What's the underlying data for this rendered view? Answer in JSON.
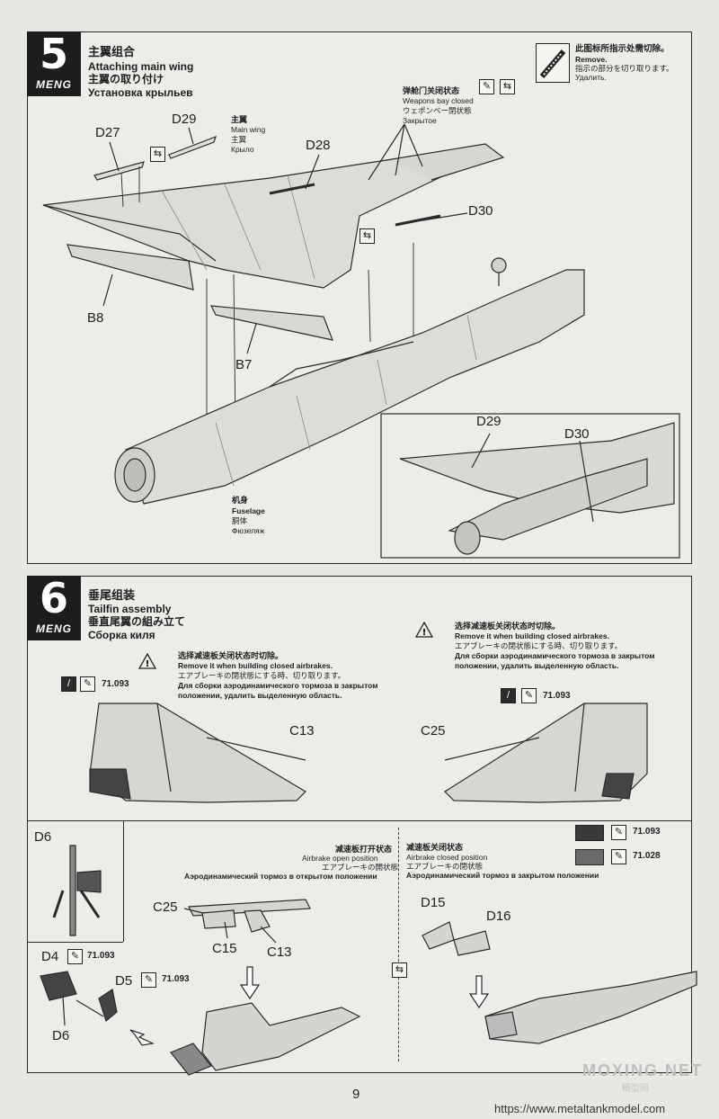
{
  "step5": {
    "number": "5",
    "brand": "MENG",
    "title_zh": "主翼组合",
    "title_en": "Attaching main wing",
    "title_ja": "主翼の取り付け",
    "title_ru": "Установка крыльев",
    "remove_note": {
      "zh": "此图标所指示处需切除。",
      "en": "Remove.",
      "ja": "指示の部分を切り取ります。",
      "ru": "Удалить."
    },
    "weapons_bay": {
      "zh": "弹舱门关闭状态",
      "en": "Weapons bay closed",
      "ja": "ウェポンベー閉状態",
      "ru": "Закрытое"
    },
    "main_wing": {
      "zh": "主翼",
      "en": "Main wing",
      "ja": "主翼",
      "ru": "Крыло"
    },
    "fuselage": {
      "zh": "机身",
      "en": "Fuselage",
      "ja": "胴体",
      "ru": "Фюзеляж"
    },
    "parts": {
      "d27": "D27",
      "d29": "D29",
      "d28": "D28",
      "d30": "D30",
      "b8": "B8",
      "b7": "B7",
      "inset_d29": "D29",
      "inset_d30": "D30"
    }
  },
  "step6": {
    "number": "6",
    "brand": "MENG",
    "title_zh": "垂尾组装",
    "title_en": "Tailfin assembly",
    "title_ja": "垂直尾翼の組み立て",
    "title_ru": "Сборка киля",
    "warn_left": {
      "zh": "选择减速板关闭状态时切除。",
      "en": "Remove it when building closed airbrakes.",
      "ja": "エアブレーキの閉状態にする時、切り取ります。",
      "ru1": "Для сборки аэродинамического тормоза в закрытом",
      "ru2": "положении, удалить выделенную область."
    },
    "warn_right": {
      "zh": "选择减速板关闭状态时切除。",
      "en": "Remove it when building closed airbrakes.",
      "ja": "エアブレーキの閉状態にする時、切り取ります。",
      "ru1": "Для сборки аэродинамического тормоза в закрытом",
      "ru2": "положении, удалить выделенную область."
    },
    "paint_left": "71.093",
    "paint_right": "71.093",
    "part_left": "C13",
    "part_right": "C25",
    "open": {
      "zh": "减速板打开状态",
      "en": "Airbrake open position",
      "ja": "エアブレーキの開状態",
      "ru": "Аэродинамический тормоз в открытом положении"
    },
    "closed": {
      "zh": "减速板关闭状态",
      "en": "Airbrake closed position",
      "ja": "エアブレーキの閉状態",
      "ru": "Аэродинамический тормоз в закрытом положении"
    },
    "paint_legend": [
      {
        "code": "71.093",
        "color": "#3a3a3a"
      },
      {
        "code": "71.028",
        "color": "#6a6a6a"
      }
    ],
    "parts": {
      "d6_box": "D6",
      "d4": "D4",
      "d4_paint": "71.093",
      "d5": "D5",
      "d5_paint": "71.093",
      "d6": "D6",
      "c25": "C25",
      "c15": "C15",
      "c13": "C13",
      "d15": "D15",
      "d16": "D16"
    }
  },
  "footer": {
    "page_number": "9",
    "url": "https://www.metaltankmodel.com",
    "watermark": "MOXING.NET",
    "watermark_sub": "模型网"
  }
}
